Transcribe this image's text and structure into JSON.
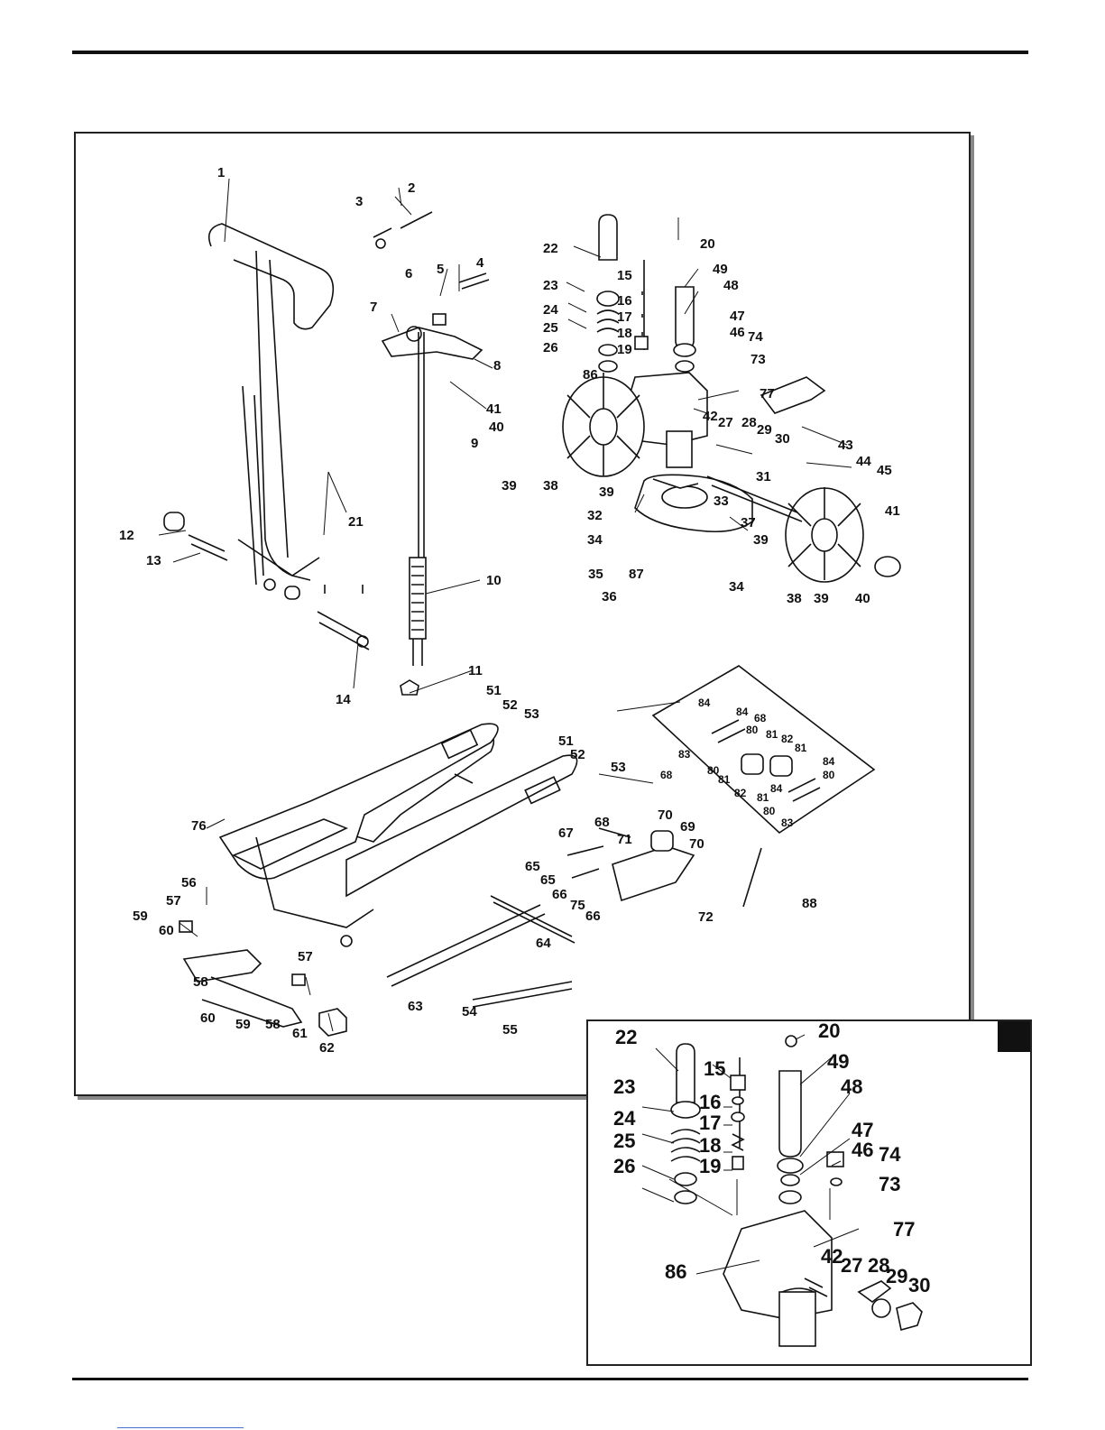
{
  "main_labels": [
    "1",
    "2",
    "3",
    "4",
    "5",
    "6",
    "7",
    "8",
    "9",
    "10",
    "11",
    "12",
    "13",
    "14",
    "15",
    "16",
    "17",
    "18",
    "19",
    "20",
    "21",
    "22",
    "23",
    "24",
    "25",
    "26",
    "27",
    "28",
    "29",
    "30",
    "31",
    "32",
    "33",
    "34",
    "34",
    "35",
    "36",
    "37",
    "38",
    "38",
    "39",
    "39",
    "39",
    "39",
    "40",
    "40",
    "41",
    "41",
    "42",
    "43",
    "44",
    "45",
    "46",
    "47",
    "48",
    "49",
    "51",
    "51",
    "52",
    "52",
    "53",
    "53",
    "54",
    "55",
    "56",
    "57",
    "57",
    "58",
    "58",
    "59",
    "59",
    "60",
    "60",
    "61",
    "62",
    "63",
    "64",
    "65",
    "65",
    "66",
    "66",
    "67",
    "68",
    "69",
    "70",
    "70",
    "71",
    "72",
    "73",
    "74",
    "75",
    "76",
    "77",
    "86",
    "87",
    "88"
  ],
  "kit_labels": [
    "84",
    "84",
    "68",
    "80",
    "81",
    "82",
    "81",
    "84",
    "80",
    "83",
    "68",
    "80",
    "81",
    "82",
    "84",
    "81",
    "80",
    "83"
  ],
  "inset_labels": [
    "22",
    "15",
    "20",
    "49",
    "48",
    "23",
    "16",
    "17",
    "24",
    "25",
    "18",
    "19",
    "26",
    "47",
    "46",
    "74",
    "73",
    "77",
    "86",
    "42",
    "27",
    "28",
    "29",
    "30"
  ]
}
